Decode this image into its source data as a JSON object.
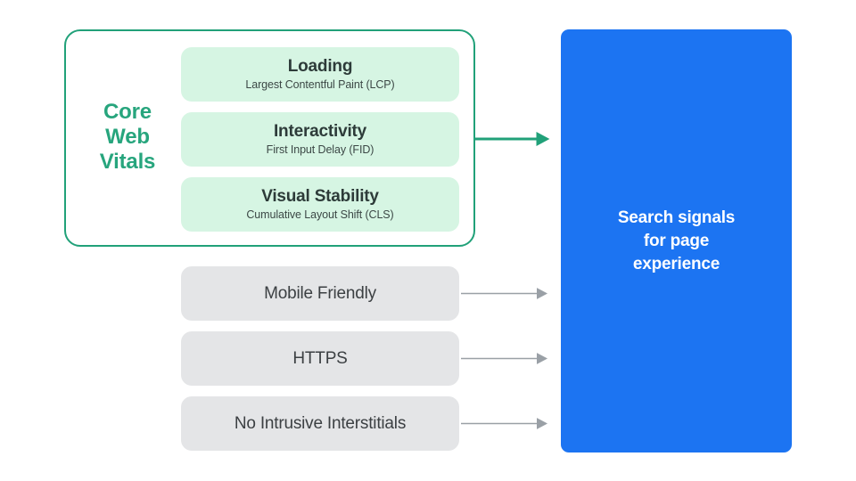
{
  "diagram": {
    "title": "Search signals for page experience",
    "colors": {
      "green_accent": "#21A179",
      "green_label": "#27A57D",
      "card_fill": "#D6F5E3",
      "gray_fill": "#E4E5E7",
      "blue_panel": "#1C74F2",
      "arrow_gray": "#9AA0A6",
      "text_dark": "#3C4043"
    },
    "core_web_vitals": {
      "group_label_lines": [
        "Core",
        "Web",
        "Vitals"
      ],
      "group_label": "Core Web Vitals",
      "cards": [
        {
          "title": "Loading",
          "subtitle": "Largest Contentful Paint (LCP)"
        },
        {
          "title": "Interactivity",
          "subtitle": "First Input Delay (FID)"
        },
        {
          "title": "Visual Stability",
          "subtitle": "Cumulative Layout Shift (CLS)"
        }
      ]
    },
    "other_signals": [
      {
        "label": "Mobile Friendly"
      },
      {
        "label": "HTTPS"
      },
      {
        "label": "No Intrusive Interstitials"
      }
    ],
    "outcome": {
      "lines": [
        "Search signals",
        "for page",
        "experience"
      ],
      "text": "Search signals for page experience"
    },
    "arrows": [
      {
        "name": "core-web-vitals-to-outcome",
        "color": "#21A179",
        "style": "thick"
      },
      {
        "name": "mobile-friendly-to-outcome",
        "color": "#9AA0A6",
        "style": "thin"
      },
      {
        "name": "https-to-outcome",
        "color": "#9AA0A6",
        "style": "thin"
      },
      {
        "name": "no-intrusive-interstitials-to-outcome",
        "color": "#9AA0A6",
        "style": "thin"
      }
    ]
  }
}
